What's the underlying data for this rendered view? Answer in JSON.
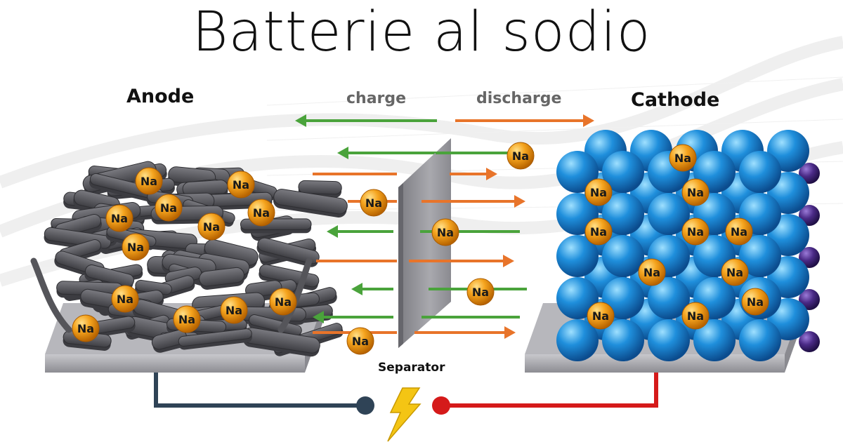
{
  "title": "Batterie al sodio",
  "labels": {
    "anode": "Anode",
    "cathode": "Cathode",
    "charge": "charge",
    "discharge": "discharge",
    "separator": "Separator"
  },
  "ion_symbol": "Na",
  "colors": {
    "charge_arrow": "#4aa33b",
    "discharge_arrow": "#e8742a",
    "ion": "#f2a01c",
    "anode_flake": "#55555a",
    "cathode_sphere": "#1c8ad6",
    "cathode_small_sphere": "#4a2a86",
    "negative_wire": "#2f4356",
    "positive_wire": "#d51a1a",
    "lightning": "#f4c514"
  },
  "icons": {
    "power": "lightning-bolt-icon"
  }
}
